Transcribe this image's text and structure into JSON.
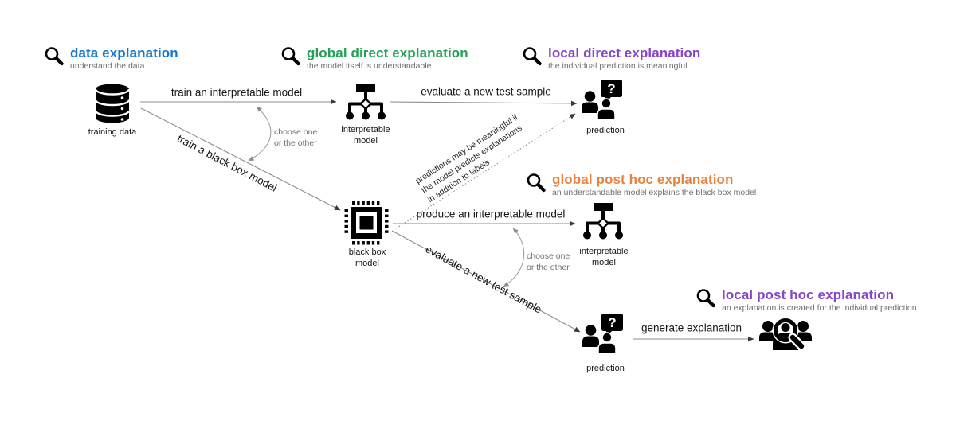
{
  "colors": {
    "blue": "#1878cf",
    "green": "#23a455",
    "purple": "#8646c6",
    "orange": "#e8823d",
    "arrow_gray": "#8d8d8d",
    "muted_text": "#6f6f6f",
    "ink": "#161616"
  },
  "headers": [
    {
      "title": "data explanation",
      "subtitle": "understand the data",
      "color": "#1878cf"
    },
    {
      "title": "global direct explanation",
      "subtitle": "the model itself is understandable",
      "color": "#23a455"
    },
    {
      "title": "local direct explanation",
      "subtitle": "the individual prediction is meaningful",
      "color": "#8646c6"
    },
    {
      "title": "global post hoc explanation",
      "subtitle": "an understandable model explains the black box model",
      "color": "#e8823d"
    },
    {
      "title": "local post hoc explanation",
      "subtitle": "an explanation is created for the individual prediction",
      "color": "#8646c6"
    }
  ],
  "nodes": {
    "training_data": "training data",
    "interpretable_model_top": "interpretable model",
    "prediction_top": "prediction",
    "black_box_model": "black box model",
    "interpretable_model_mid": "interpretable model",
    "prediction_bottom": "prediction"
  },
  "edges": {
    "train_interpretable": "train an interpretable model",
    "evaluate_top": "evaluate a new test sample",
    "train_black_box": "train a black box model",
    "produce_interpretable": "produce an interpretable model",
    "evaluate_bottom": "evaluate a new test sample",
    "generate_explanation": "generate explanation"
  },
  "notes": {
    "dotted": {
      "line1": "predictions may be meaningful if",
      "line2": "the model predicts explanations",
      "line3": "in addition to labels"
    },
    "choose": {
      "line1": "choose one",
      "line2": "or the other"
    }
  },
  "icons": {
    "header": "magnifier-icon",
    "training_data": "database-icon",
    "interpretable_model": "decision-tree-icon",
    "prediction": "people-question-icon",
    "black_box_model": "chip-icon",
    "explanation": "people-magnifier-icon",
    "question_mark": "?"
  }
}
